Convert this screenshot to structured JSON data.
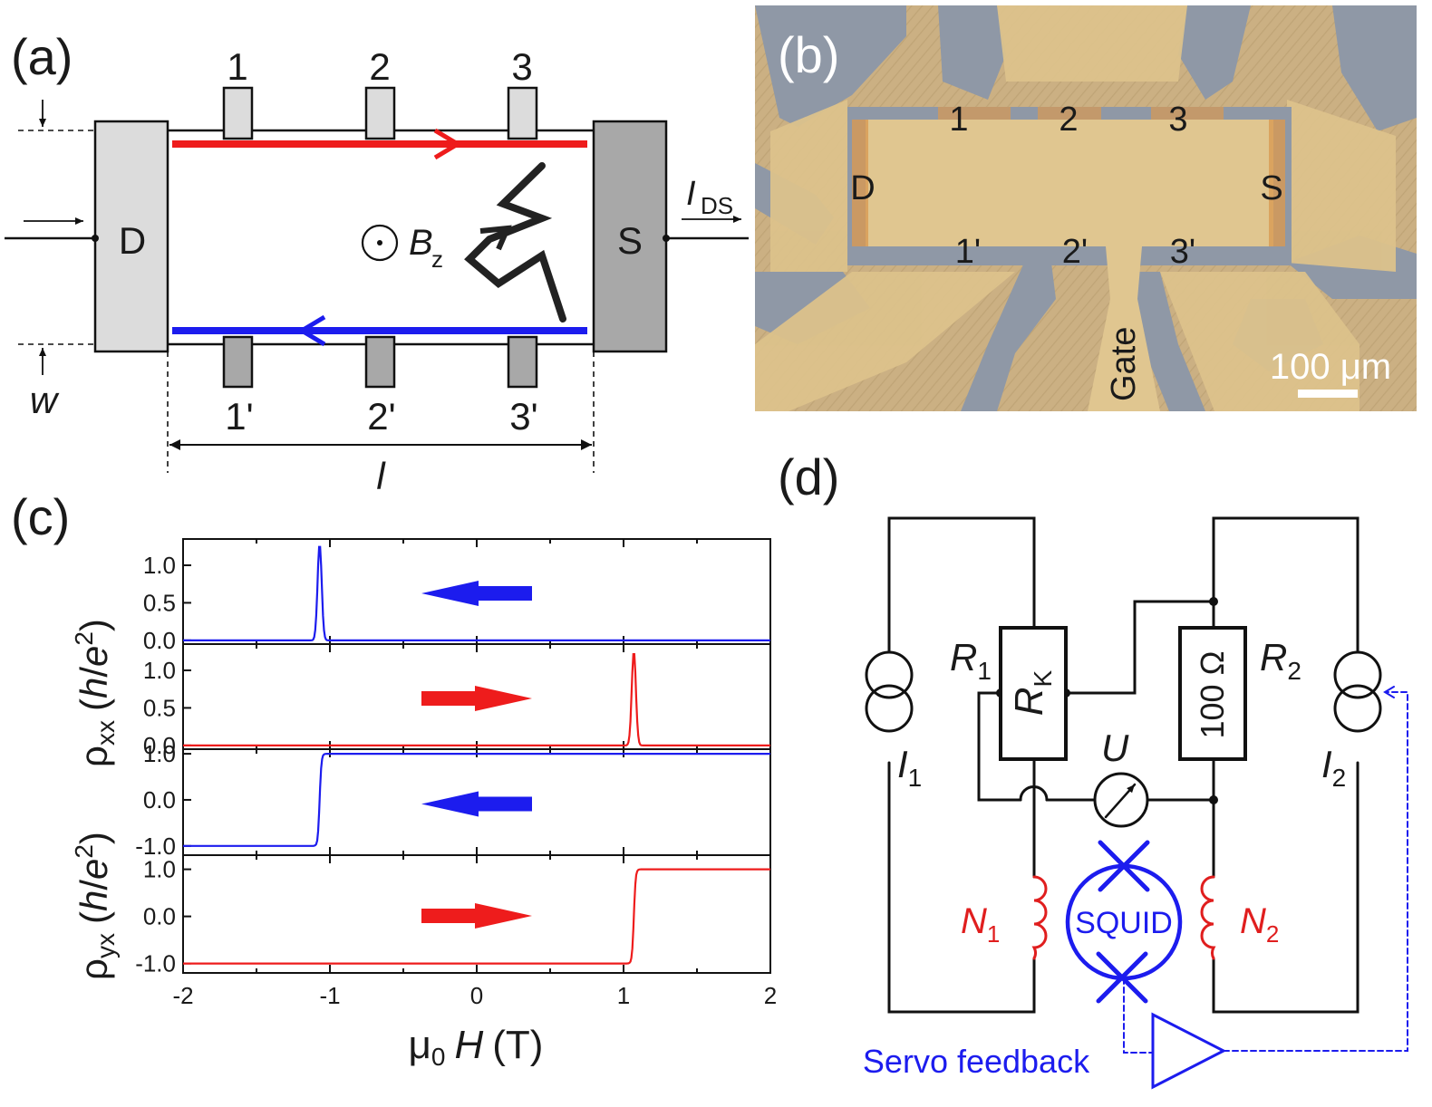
{
  "panels": {
    "a": {
      "tag": "(a)"
    },
    "b": {
      "tag": "(b)"
    },
    "c": {
      "tag": "(c)"
    },
    "d": {
      "tag": "(d)"
    }
  },
  "panel_a": {
    "contacts_top": [
      "1",
      "2",
      "3"
    ],
    "contacts_bottom": [
      "1'",
      "2'",
      "3'"
    ],
    "drain": "D",
    "source": "S",
    "current_label": "I",
    "current_sub": "DS",
    "field_label": "B",
    "field_sub": "z",
    "width_label": "w",
    "length_label": "l",
    "colors": {
      "top_edge": "#ee1c1c",
      "bottom_edge": "#1c1cee",
      "drain_fill": "#dcdcdc",
      "source_fill": "#a8a8a8"
    }
  },
  "panel_b": {
    "labels_top": [
      "1",
      "2",
      "3"
    ],
    "labels_bottom": [
      "1'",
      "2'",
      "3'"
    ],
    "drain": "D",
    "source": "S",
    "gate": "Gate",
    "scale": "100 μm",
    "colors": {
      "substrate": "#c9ad80",
      "gold": "#dfc58f",
      "etched": "#8690a0",
      "mesa": "#e2c992"
    }
  },
  "chart_data": {
    "type": "line",
    "xlabel_prefix": "μ",
    "xlabel_sub": "0",
    "xlabel_var": "H",
    "xlabel_unit": "(T)",
    "xlim": [
      -2,
      2
    ],
    "xticks": [
      "-2",
      "-1",
      "0",
      "1",
      "2"
    ],
    "ylabel_xx": {
      "rho": "ρ",
      "sub": "xx",
      "unit_open": "(",
      "h": "h",
      "slash": "/",
      "e": "e",
      "sup": "2",
      "unit_close": ")"
    },
    "ylabel_yx": {
      "rho": "ρ",
      "sub": "yx",
      "unit_open": "(",
      "h": "h",
      "slash": "/",
      "e": "e",
      "sup": "2",
      "unit_close": ")"
    },
    "panels": [
      {
        "quantity": "rho_xx",
        "sweep": "down",
        "color": "#1c1cee",
        "yticks": [
          "0.0",
          "0.5",
          "1.0"
        ],
        "ylim": [
          -0.05,
          1.35
        ],
        "peak_x": -1.07,
        "peak_y": 1.28,
        "peak_width": 0.02
      },
      {
        "quantity": "rho_xx",
        "sweep": "up",
        "color": "#ee1c1c",
        "yticks": [
          "0.0",
          "0.5",
          "1.0"
        ],
        "ylim": [
          -0.05,
          1.35
        ],
        "peak_x": 1.07,
        "peak_y": 1.25,
        "peak_width": 0.02
      },
      {
        "quantity": "rho_yx",
        "sweep": "down",
        "color": "#1c1cee",
        "yticks": [
          "-1.0",
          "0.0",
          "1.0"
        ],
        "ylim": [
          -1.2,
          1.1
        ],
        "step_x": -1.07,
        "low": -1.0,
        "high": 1.0
      },
      {
        "quantity": "rho_yx",
        "sweep": "up",
        "color": "#ee1c1c",
        "yticks": [
          "-1.0",
          "0.0",
          "1.0"
        ],
        "ylim": [
          -1.2,
          1.3
        ],
        "step_x": 1.07,
        "low": -1.0,
        "high": 1.0
      }
    ]
  },
  "panel_d": {
    "R1": "R",
    "R1_sub": "1",
    "R2": "R",
    "R2_sub": "2",
    "RK": "R",
    "RK_sub": "K",
    "resistor_100": "100 Ω",
    "U": "U",
    "I1": "I",
    "I1_sub": "1",
    "I2": "I",
    "I2_sub": "2",
    "N1": "N",
    "N1_sub": "1",
    "N2": "N",
    "N2_sub": "2",
    "squid": "SQUID",
    "servo": "Servo feedback",
    "colors": {
      "wire": "#111111",
      "coil": "#e01e1e",
      "squid": "#1c1cee"
    }
  }
}
